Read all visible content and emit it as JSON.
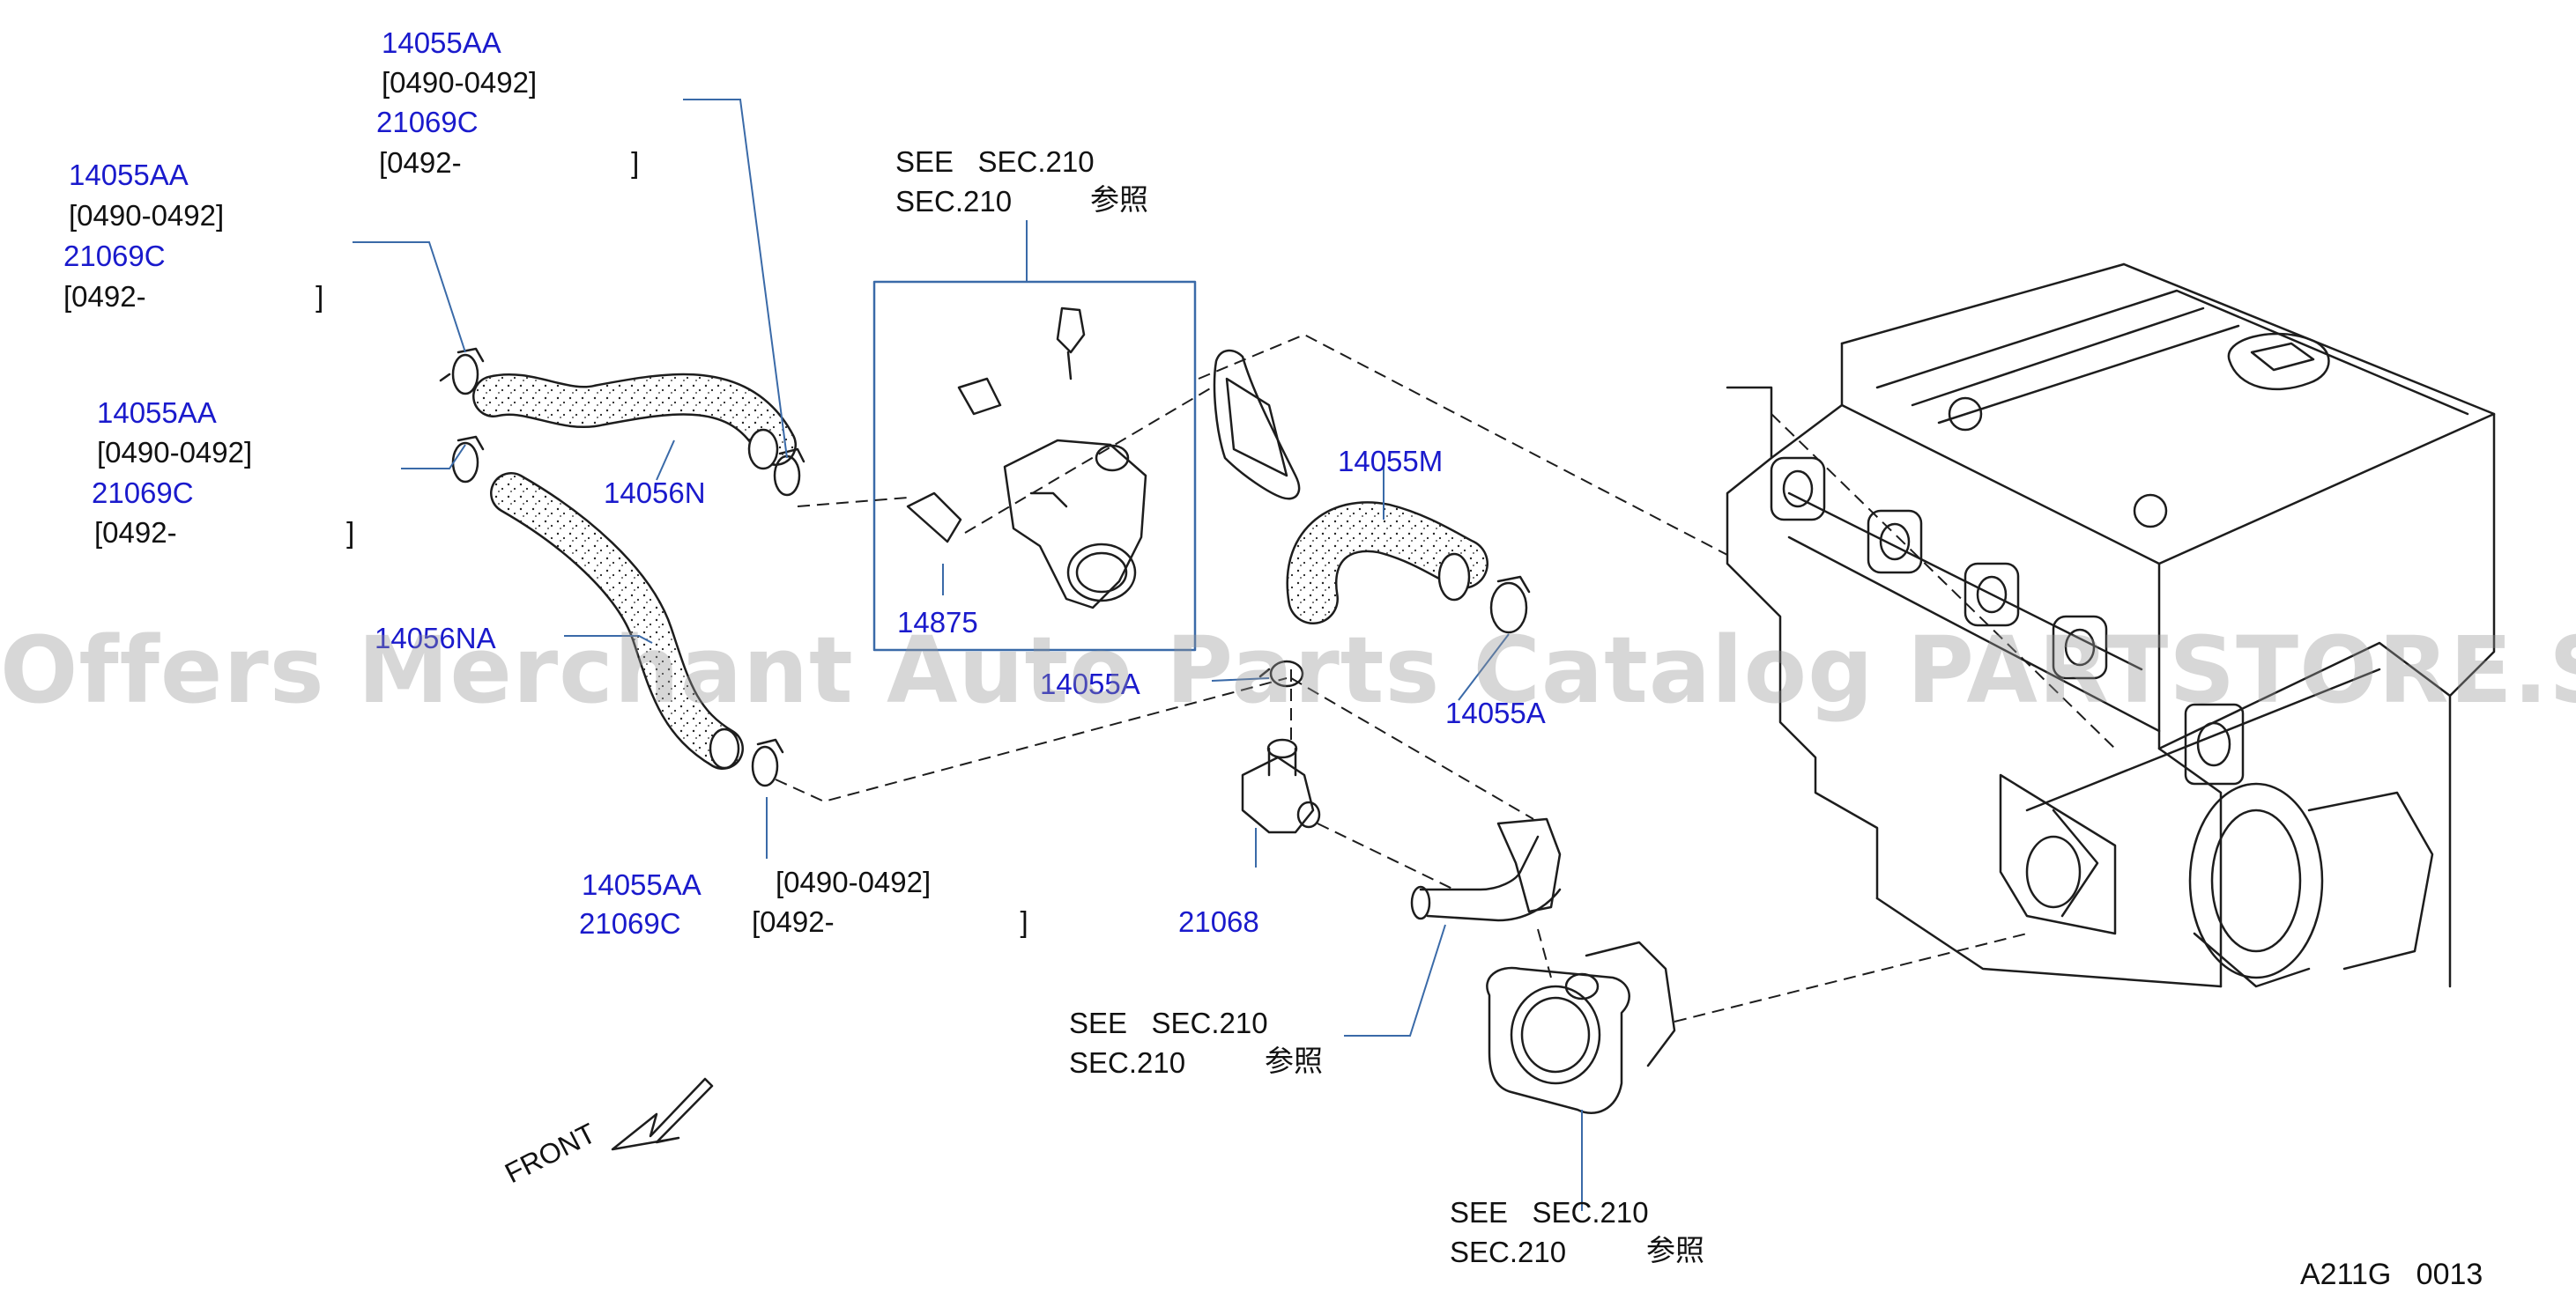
{
  "watermark": "Offers Merchant Auto Parts Catalog PARTSTORE.SA",
  "diagram_code": "A211G   0013",
  "front_label": "FRONT",
  "callouts": {
    "clamp_top": {
      "part_a": "14055AA",
      "range_a": "[0490-0492]",
      "part_b": "21069C",
      "range_b": "[0492-                     ]"
    },
    "clamp_left": {
      "part_a": "14055AA",
      "range_a": "[0490-0492]",
      "part_b": "21069C",
      "range_b": "[0492-                     ]"
    },
    "clamp_mid": {
      "part_a": "14055AA",
      "range_a": "[0490-0492]",
      "part_b": "21069C",
      "range_b": "[0492-                     ]"
    },
    "clamp_bottom": {
      "part_a": "14055AA",
      "range_a": "[0490-0492]",
      "part_b": "21069C",
      "range_b": "[0492-                       ]"
    }
  },
  "parts": {
    "hose_upper": "14056N",
    "hose_lower": "14056NA",
    "elbow_fitting": "14875",
    "hose_right": "14055M",
    "clamp_center": "14055A",
    "clamp_right": "14055A",
    "thermo_housing": "21068"
  },
  "see_notes": {
    "top": {
      "line1": "SEE   SEC.210",
      "line2": "SEC.210",
      "jp": "参照"
    },
    "middle": {
      "line1": "SEE   SEC.210",
      "line2": "SEC.210",
      "jp": "参照"
    },
    "bottom": {
      "line1": "SEE   SEC.210",
      "line2": "SEC.210",
      "jp": "参照"
    }
  }
}
